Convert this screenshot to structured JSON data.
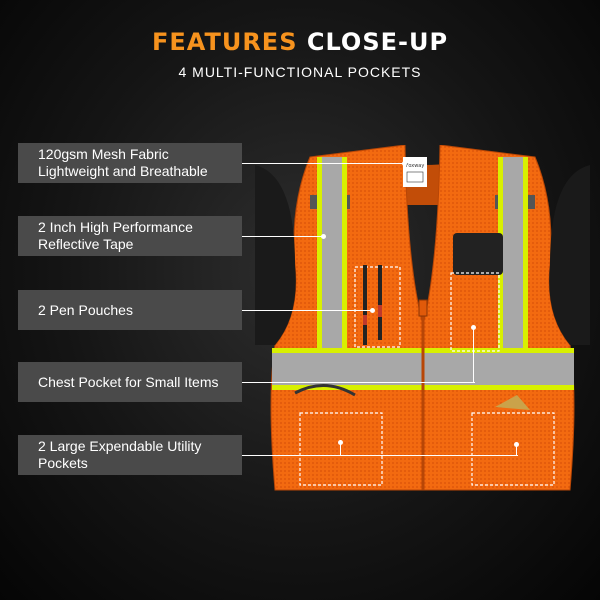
{
  "header": {
    "title_part1": "FEATURES",
    "title_part2": "CLOSE-UP",
    "subtitle": "4 MULTI-FUNCTIONAL POCKETS"
  },
  "features": [
    {
      "line1": "120gsm Mesh Fabric",
      "line2": "Lightweight and Breathable"
    },
    {
      "line1": "2 Inch High Performance",
      "line2": "Reflective Tape"
    },
    {
      "line1": "2 Pen Pouches",
      "line2": ""
    },
    {
      "line1": "Chest Pocket for Small Items",
      "line2": ""
    },
    {
      "line1": "2 Large Expendable Utility",
      "line2": "Pockets"
    }
  ],
  "colors": {
    "accent": "#f7931e",
    "vest_orange": "#f36a10",
    "reflective_tape": "#a8a8a8",
    "trim_yellow": "#d8f000",
    "label_bg": "#4a4a4a"
  },
  "product": {
    "tag_text": "Foxway"
  }
}
